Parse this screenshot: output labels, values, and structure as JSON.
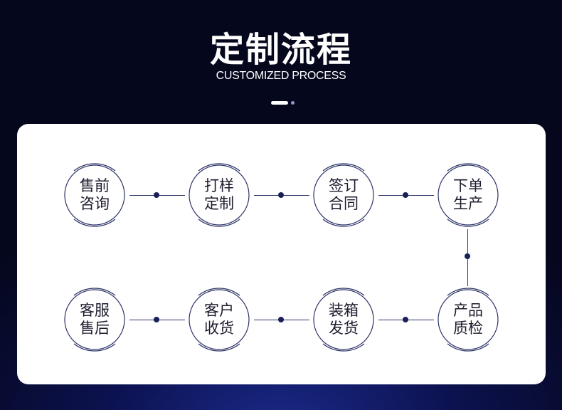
{
  "header": {
    "title": "定制流程",
    "subtitle": "CUSTOMIZED PROCESS"
  },
  "process": {
    "steps": [
      {
        "line1": "售前",
        "line2": "咨询"
      },
      {
        "line1": "打样",
        "line2": "定制"
      },
      {
        "line1": "签订",
        "line2": "合同"
      },
      {
        "line1": "下单",
        "line2": "生产"
      },
      {
        "line1": "产品",
        "line2": "质检"
      },
      {
        "line1": "装箱",
        "line2": "发货"
      },
      {
        "line1": "客户",
        "line2": "收货"
      },
      {
        "line1": "客服",
        "line2": "售后"
      }
    ]
  },
  "colors": {
    "background": "#070a2a",
    "panel": "#ffffff",
    "ring": "#2c3366",
    "text": "#1c1c2e"
  }
}
